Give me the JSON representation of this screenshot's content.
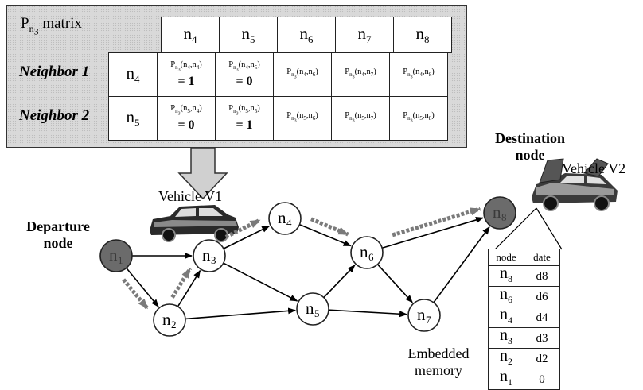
{
  "matrix": {
    "title_main": "P",
    "title_sub": "n",
    "title_subsub": "3",
    "title_rest": "matrix",
    "columns": [
      "4",
      "5",
      "6",
      "7",
      "8"
    ],
    "rows": [
      {
        "label": "Neighbor 1",
        "node": "4",
        "cells": [
          {
            "pair": "(n4,n4)",
            "value": "= 1"
          },
          {
            "pair": "(n4,n5)",
            "value": "= 0"
          },
          {
            "pair": "(n4,n6)",
            "value": ""
          },
          {
            "pair": "(n4,n7)",
            "value": ""
          },
          {
            "pair": "(n4,n8)",
            "value": ""
          }
        ]
      },
      {
        "label": "Neighbor 2",
        "node": "5",
        "cells": [
          {
            "pair": "(n5,n4)",
            "value": "= 0"
          },
          {
            "pair": "(n5,n5)",
            "value": "= 1"
          },
          {
            "pair": "(n5,n6)",
            "value": ""
          },
          {
            "pair": "(n5,n7)",
            "value": ""
          },
          {
            "pair": "(n5,n8)",
            "value": ""
          }
        ]
      }
    ]
  },
  "labels": {
    "departure": [
      "Departure",
      "node"
    ],
    "destination": [
      "Destination",
      "node"
    ],
    "vehicle1": "Vehicle V1",
    "vehicle2": "Vehicle V2",
    "memory": [
      "Embedded",
      "memory"
    ]
  },
  "nodes": [
    {
      "id": "n1",
      "sub": "1",
      "fill": "#6b6b6b"
    },
    {
      "id": "n2",
      "sub": "2",
      "fill": "#ffffff"
    },
    {
      "id": "n3",
      "sub": "3",
      "fill": "#ffffff"
    },
    {
      "id": "n4",
      "sub": "4",
      "fill": "#ffffff"
    },
    {
      "id": "n5",
      "sub": "5",
      "fill": "#ffffff"
    },
    {
      "id": "n6",
      "sub": "6",
      "fill": "#ffffff"
    },
    {
      "id": "n7",
      "sub": "7",
      "fill": "#ffffff"
    },
    {
      "id": "n8",
      "sub": "8",
      "fill": "#6b6b6b"
    }
  ],
  "edges": [
    [
      "n1",
      "n3"
    ],
    [
      "n1",
      "n2"
    ],
    [
      "n2",
      "n3"
    ],
    [
      "n2",
      "n5"
    ],
    [
      "n3",
      "n4"
    ],
    [
      "n3",
      "n5"
    ],
    [
      "n4",
      "n6"
    ],
    [
      "n5",
      "n6"
    ],
    [
      "n5",
      "n7"
    ],
    [
      "n6",
      "n7"
    ],
    [
      "n6",
      "n8"
    ],
    [
      "n7",
      "n8"
    ]
  ],
  "route": [
    [
      "n1",
      "n2"
    ],
    [
      "n2",
      "n3"
    ],
    [
      "n3",
      "n4"
    ],
    [
      "n4",
      "n6"
    ],
    [
      "n6",
      "n8"
    ]
  ],
  "memory": {
    "headers": [
      "node",
      "date"
    ],
    "rows": [
      {
        "node": "8",
        "date": "d8"
      },
      {
        "node": "6",
        "date": "d6"
      },
      {
        "node": "4",
        "date": "d4"
      },
      {
        "node": "3",
        "date": "d3"
      },
      {
        "node": "2",
        "date": "d2"
      },
      {
        "node": "1",
        "date": "0"
      }
    ]
  },
  "colors": {
    "panel": "#d9d9d9",
    "route_arrow": "#7a7a7a",
    "terminal_node": "#6b6b6b"
  }
}
